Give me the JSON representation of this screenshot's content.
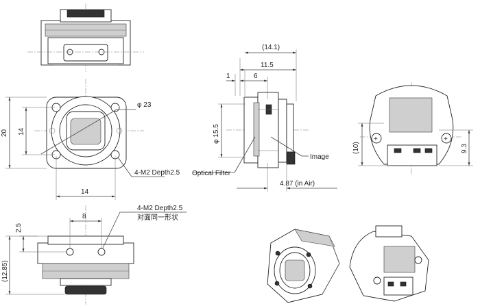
{
  "dimensions": {
    "top_left_width_20": "20",
    "top_left_height_14_vertical": "14",
    "top_left_bottom_14": "14",
    "phi23": "φ 23",
    "m2_front": "4-M2 Depth2.5",
    "bottom_left_8": "8",
    "bottom_left_25": "2.5",
    "bottom_left_1285": "(12.85)",
    "m2_bottom": "4-M2 Depth2.5",
    "m2_bottom_cn": "对面同一形状",
    "side_141": "(14.1)",
    "side_115": "11.5",
    "side_1": "1",
    "side_6": "6",
    "side_phi155": "φ 15.5",
    "side_487": "4.87 (in Air)",
    "right_10": "(10)",
    "right_93": "9.3"
  },
  "labels": {
    "optical_filter": "Optical Filter",
    "image": "Image"
  }
}
